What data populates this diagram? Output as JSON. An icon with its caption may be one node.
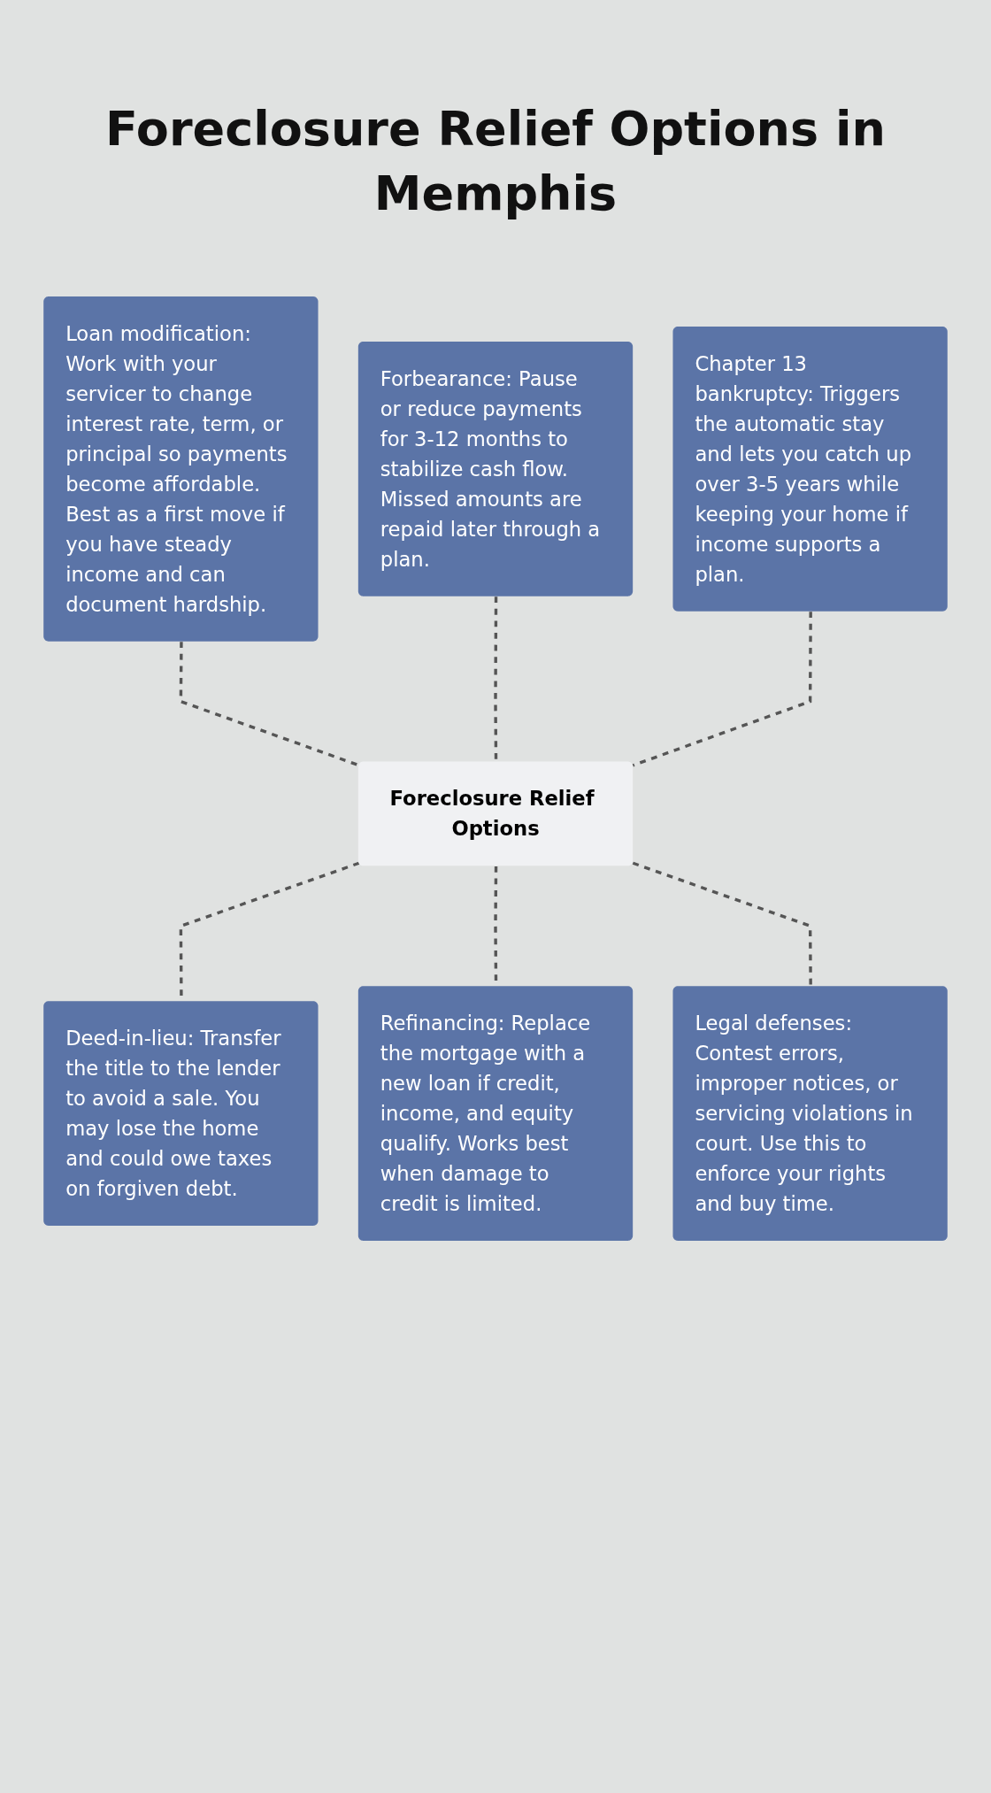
{
  "diagram": {
    "title": "Foreclosure Relief Options in Memphis",
    "nodes": [
      {
        "text": [
          "Loan modification: Work with your servicer to change interest rate, term, or principal so payments become affordable. Best as a first move if you have steady income and can document hardship."
        ]
      },
      {
        "text": [
          "Forbearance: Pause or reduce payments for 3-12 months to stabilize cash flow. Missed amounts are repaid later through a plan."
        ]
      },
      {
        "text": [
          "Chapter 13 bankruptcy: Triggers the automatic stay and lets you catch up over 3-5 years while keeping your home if income supports a plan."
        ]
      },
      {
        "text": [
          "Foreclosure Relief Options"
        ]
      },
      {
        "text": [
          "Deed-in-lieu: Transfer the title to the lender to avoid a sale. You may lose the home and could owe taxes on forgiven debt."
        ]
      },
      {
        "text": [
          "Refinancing: Replace the mortgage with a new loan if credit, income, and equity qualify. Works best when damage to credit is limited."
        ]
      },
      {
        "text": [
          "Legal defenses: Contest errors, improper notices, or servicing violations in court. Use this to enforce your rights and buy time."
        ]
      }
    ],
    "edges": [
      {
        "from": 0,
        "to": 3,
        "arrow": "none",
        "style": "dashed"
      },
      {
        "from": 1,
        "to": 3,
        "arrow": "none",
        "style": "dashed"
      },
      {
        "from": 2,
        "to": 3,
        "arrow": "none",
        "style": "dashed"
      },
      {
        "from": 3,
        "to": 4,
        "arrow": "none",
        "style": "dashed"
      },
      {
        "from": 3,
        "to": 5,
        "arrow": "none",
        "style": "dashed"
      },
      {
        "from": 3,
        "to": 6,
        "arrow": "none",
        "style": "dashed"
      }
    ]
  }
}
